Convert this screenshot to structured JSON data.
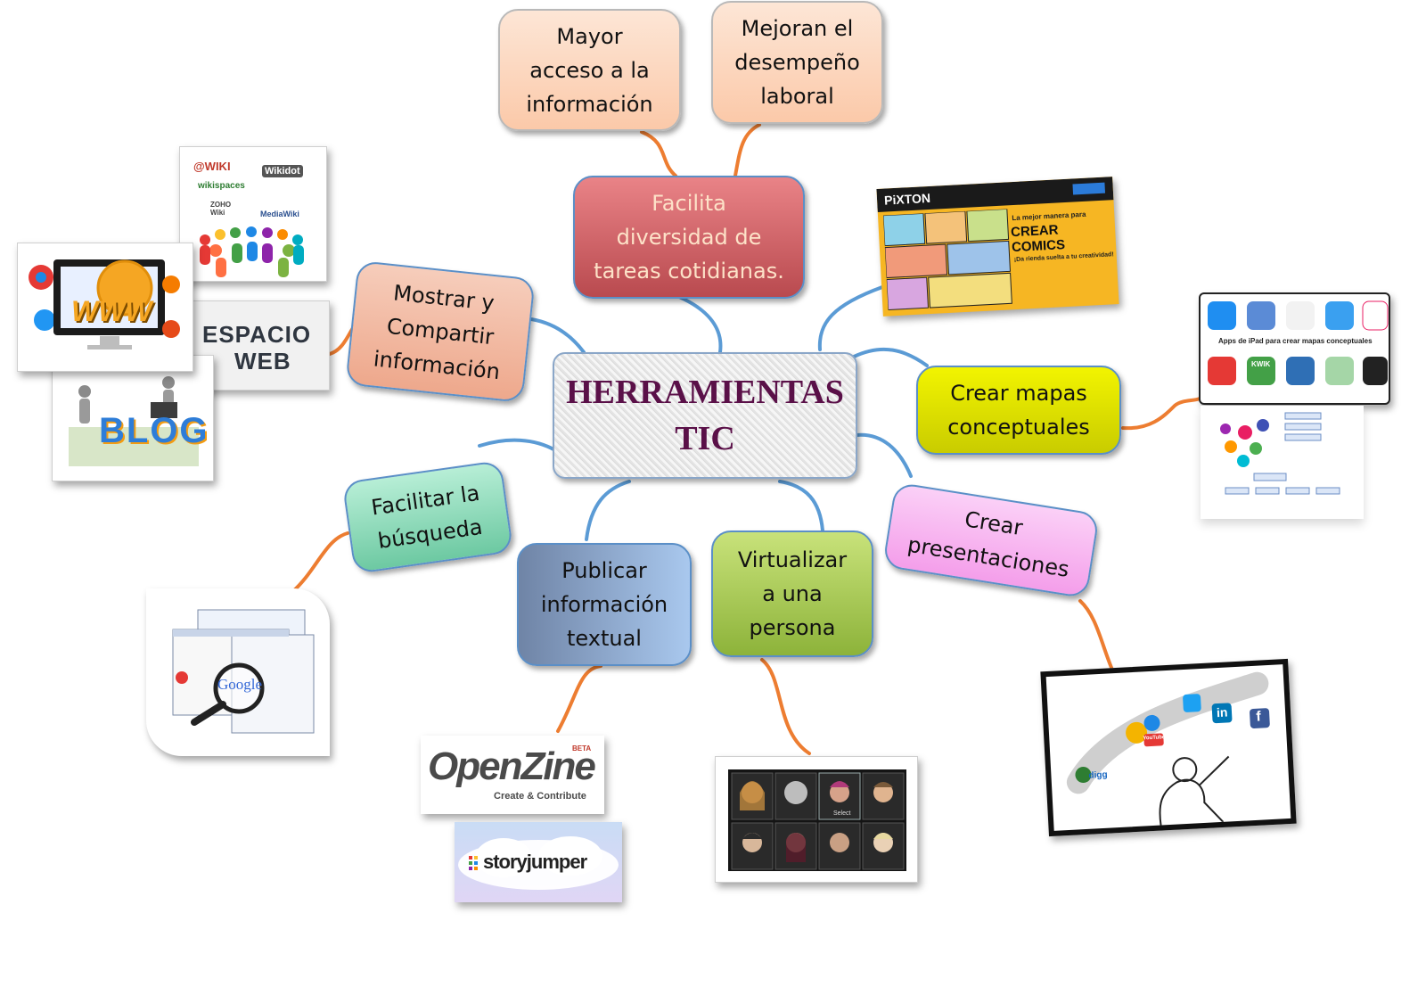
{
  "diagram": {
    "center": {
      "label": "HERRAMIENTAS TIC",
      "line1": "HERRAMIENTAS",
      "line2": "TIC"
    },
    "nodes": [
      {
        "id": "facilita",
        "label": "Facilita\ndiversidad de\ntareas cotidianas.",
        "color": "#d9696c"
      },
      {
        "id": "acceso",
        "label": "Mayor\nacceso a la\ninformación",
        "color": "#fcd9c4"
      },
      {
        "id": "desempeno",
        "label": "Mejoran el\ndesempeño\nlaboral",
        "color": "#fcd9c4"
      },
      {
        "id": "compartir",
        "label": "Mostrar y\nCompartir\ninformación",
        "color": "#f3c2ae"
      },
      {
        "id": "mapas",
        "label": "Crear mapas\nconceptuales",
        "color": "#e3e600"
      },
      {
        "id": "presentaciones",
        "label": "Crear\npresentaciones",
        "color": "#f9b7f2"
      },
      {
        "id": "virtualizar",
        "label": "Virtualizar\na una\npersona",
        "color": "#a8c94e"
      },
      {
        "id": "publicar",
        "label": "Publicar\ninformación\ntextual",
        "color": "#8aa0bf"
      },
      {
        "id": "busqueda",
        "label": "Facilitar la\nbúsqueda",
        "color": "#8fd9b8"
      }
    ],
    "link_colors": {
      "primary": "#5b9bd5",
      "secondary": "#ed7d31"
    }
  },
  "images": {
    "wiki": {
      "labels": [
        "@WIKI",
        "Wikidot",
        "wikispaces",
        "ZOHO Wiki",
        "MediaWiki"
      ]
    },
    "www": {
      "label": "WWW"
    },
    "espacio": {
      "line1": "ESPACIO",
      "line2": "WEB"
    },
    "blog": {
      "label": "BLOG"
    },
    "pixton": {
      "brand": "PiXTON",
      "tagline": "La mejor manera para",
      "headline": "CREAR COMICS",
      "sub": "¡Da rienda suelta a tu creatividad!"
    },
    "ipad": {
      "caption": "Apps de iPad para crear mapas conceptuales",
      "kwik": "KWIK"
    },
    "google": {
      "label": "Google"
    },
    "openzine": {
      "brand": "OpenZine",
      "badge": "BETA",
      "tagline": "Create & Contribute"
    },
    "storyjumper": {
      "brand": "storyjumper"
    },
    "avatars": {
      "select": "Select"
    },
    "social": {
      "labels": [
        "digg",
        "YouTube",
        "in",
        "f"
      ]
    }
  }
}
